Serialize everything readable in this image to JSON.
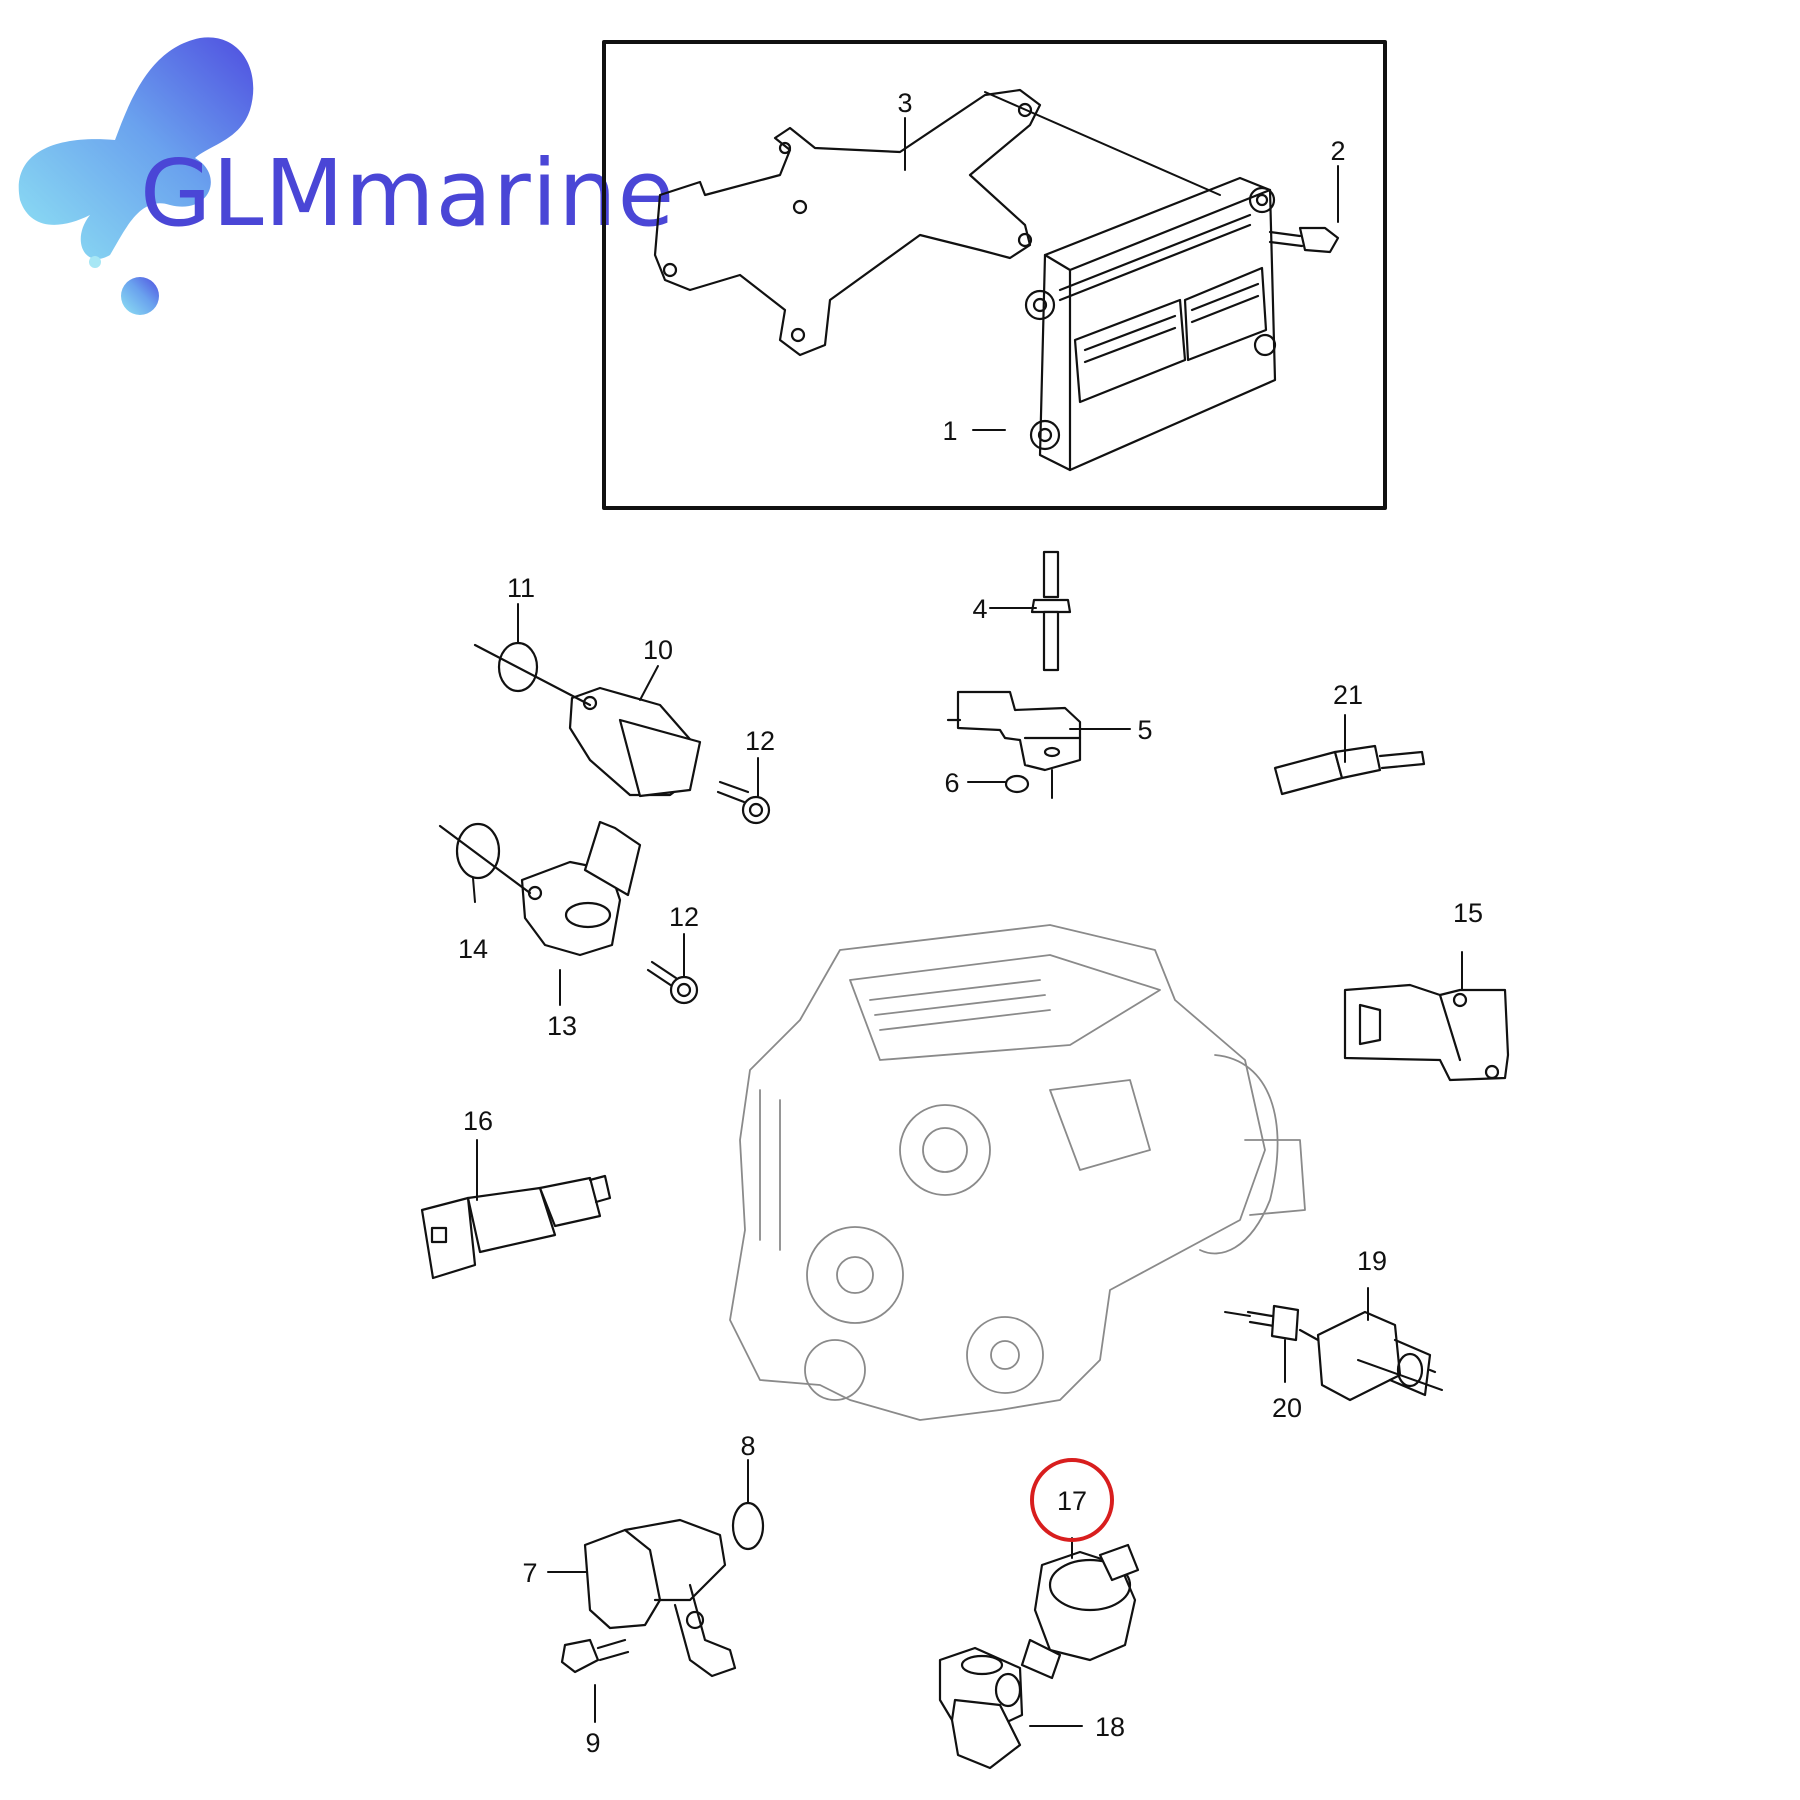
{
  "brand": {
    "name": "GLMmarine"
  },
  "colors": {
    "brand_blue": "#4a46d6",
    "brand_cyan": "#8fd7f2",
    "highlight_red": "#d81e1e",
    "line_black": "#111111",
    "engine_grey": "#8a8a8a"
  },
  "highlighted_callout": "17",
  "callouts": [
    "1",
    "2",
    "3",
    "4",
    "5",
    "6",
    "7",
    "8",
    "9",
    "10",
    "11",
    "12",
    "12",
    "13",
    "14",
    "15",
    "16",
    "17",
    "18",
    "19",
    "20",
    "21"
  ]
}
